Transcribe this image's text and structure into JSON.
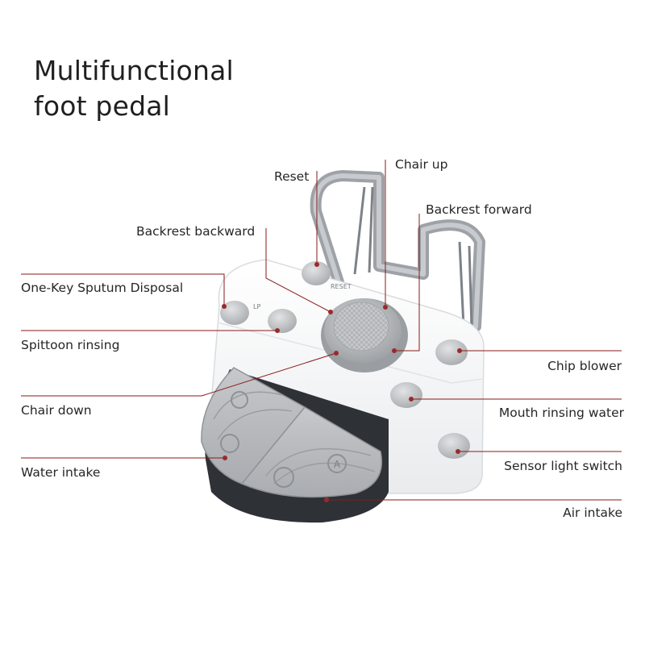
{
  "title": {
    "line1": "Multifunctional",
    "line2": "foot pedal"
  },
  "pedal_button_marks": {
    "lp": "LP",
    "reset": "RESET",
    "a": "A"
  },
  "labels": {
    "reset": "Reset",
    "chair_up": "Chair up",
    "backrest_forward": "Backrest forward",
    "backrest_backward": "Backrest backward",
    "one_key_sputum": "One-Key Sputum Disposal",
    "spittoon_rinsing": "Spittoon rinsing",
    "chair_down": "Chair down",
    "water_intake": "Water intake",
    "chip_blower": "Chip blower",
    "mouth_rinsing_water": "Mouth rinsing water",
    "sensor_light_switch": "Sensor light switch",
    "air_intake": "Air intake"
  },
  "colors": {
    "leader": "#8a1a1a",
    "body": "#f6f7f8",
    "button": "#c9cbcd",
    "pedal": "#b9bcbf",
    "rubber": "#2e3136"
  }
}
